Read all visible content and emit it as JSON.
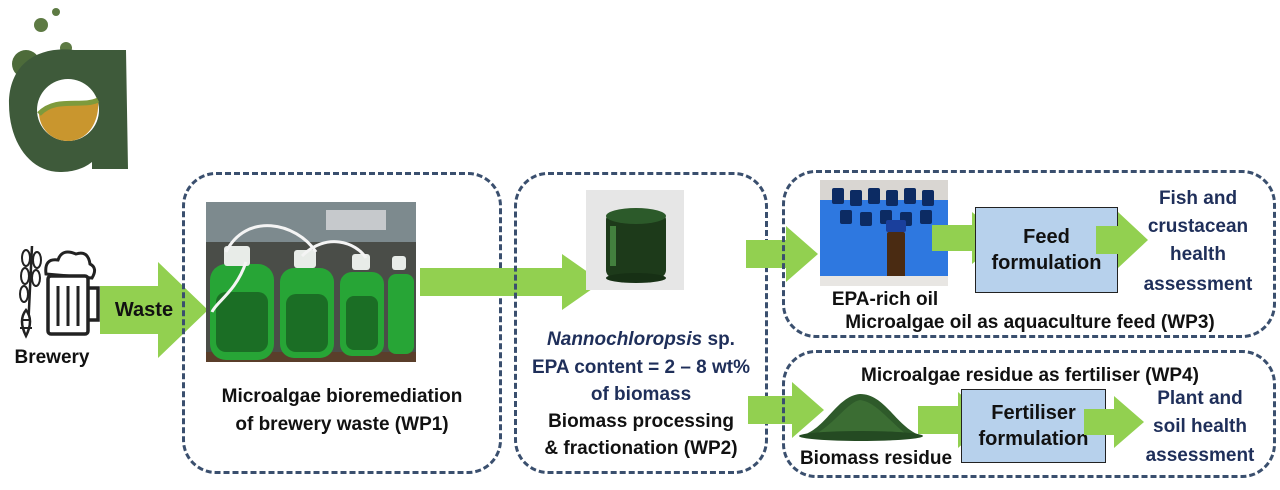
{
  "colors": {
    "arrow": "#92d050",
    "dash_border": "#3a4f6e",
    "process_box": "#b7d1ec",
    "outcome_text": "#1f2f5a",
    "logo_dark": "#3e5a3a",
    "logo_gold": "#c9962e"
  },
  "icons": {
    "logo": "algae-a-logo-icon",
    "brewery": "beer-mug-hops-wheat-icon"
  },
  "source": {
    "brewery": "Brewery",
    "waste": "Waste"
  },
  "wp1": {
    "line1": "Microalgae bioremediation",
    "line2": "of brewery waste (WP1)"
  },
  "wp2": {
    "species_italic": "Nannochloropsis",
    "species_suffix": " sp.",
    "epa_line1": "EPA content = 2 – 8 wt%",
    "epa_line2": "of biomass",
    "title_line1": "Biomass processing",
    "title_line2": "& fractionation (WP2)"
  },
  "wp3": {
    "product": "EPA-rich oil",
    "title": "Microalgae oil as aquaculture feed (WP3)",
    "process_line1": "Feed",
    "process_line2": "formulation",
    "outcome_line1": "Fish and",
    "outcome_line2": "crustacean",
    "outcome_line3": "health",
    "outcome_line4": "assessment"
  },
  "wp4": {
    "title": "Microalgae residue as fertiliser (WP4)",
    "product": "Biomass residue",
    "process_line1": "Fertiliser",
    "process_line2": "formulation",
    "outcome_line1": "Plant and",
    "outcome_line2": "soil health",
    "outcome_line3": "assessment"
  }
}
